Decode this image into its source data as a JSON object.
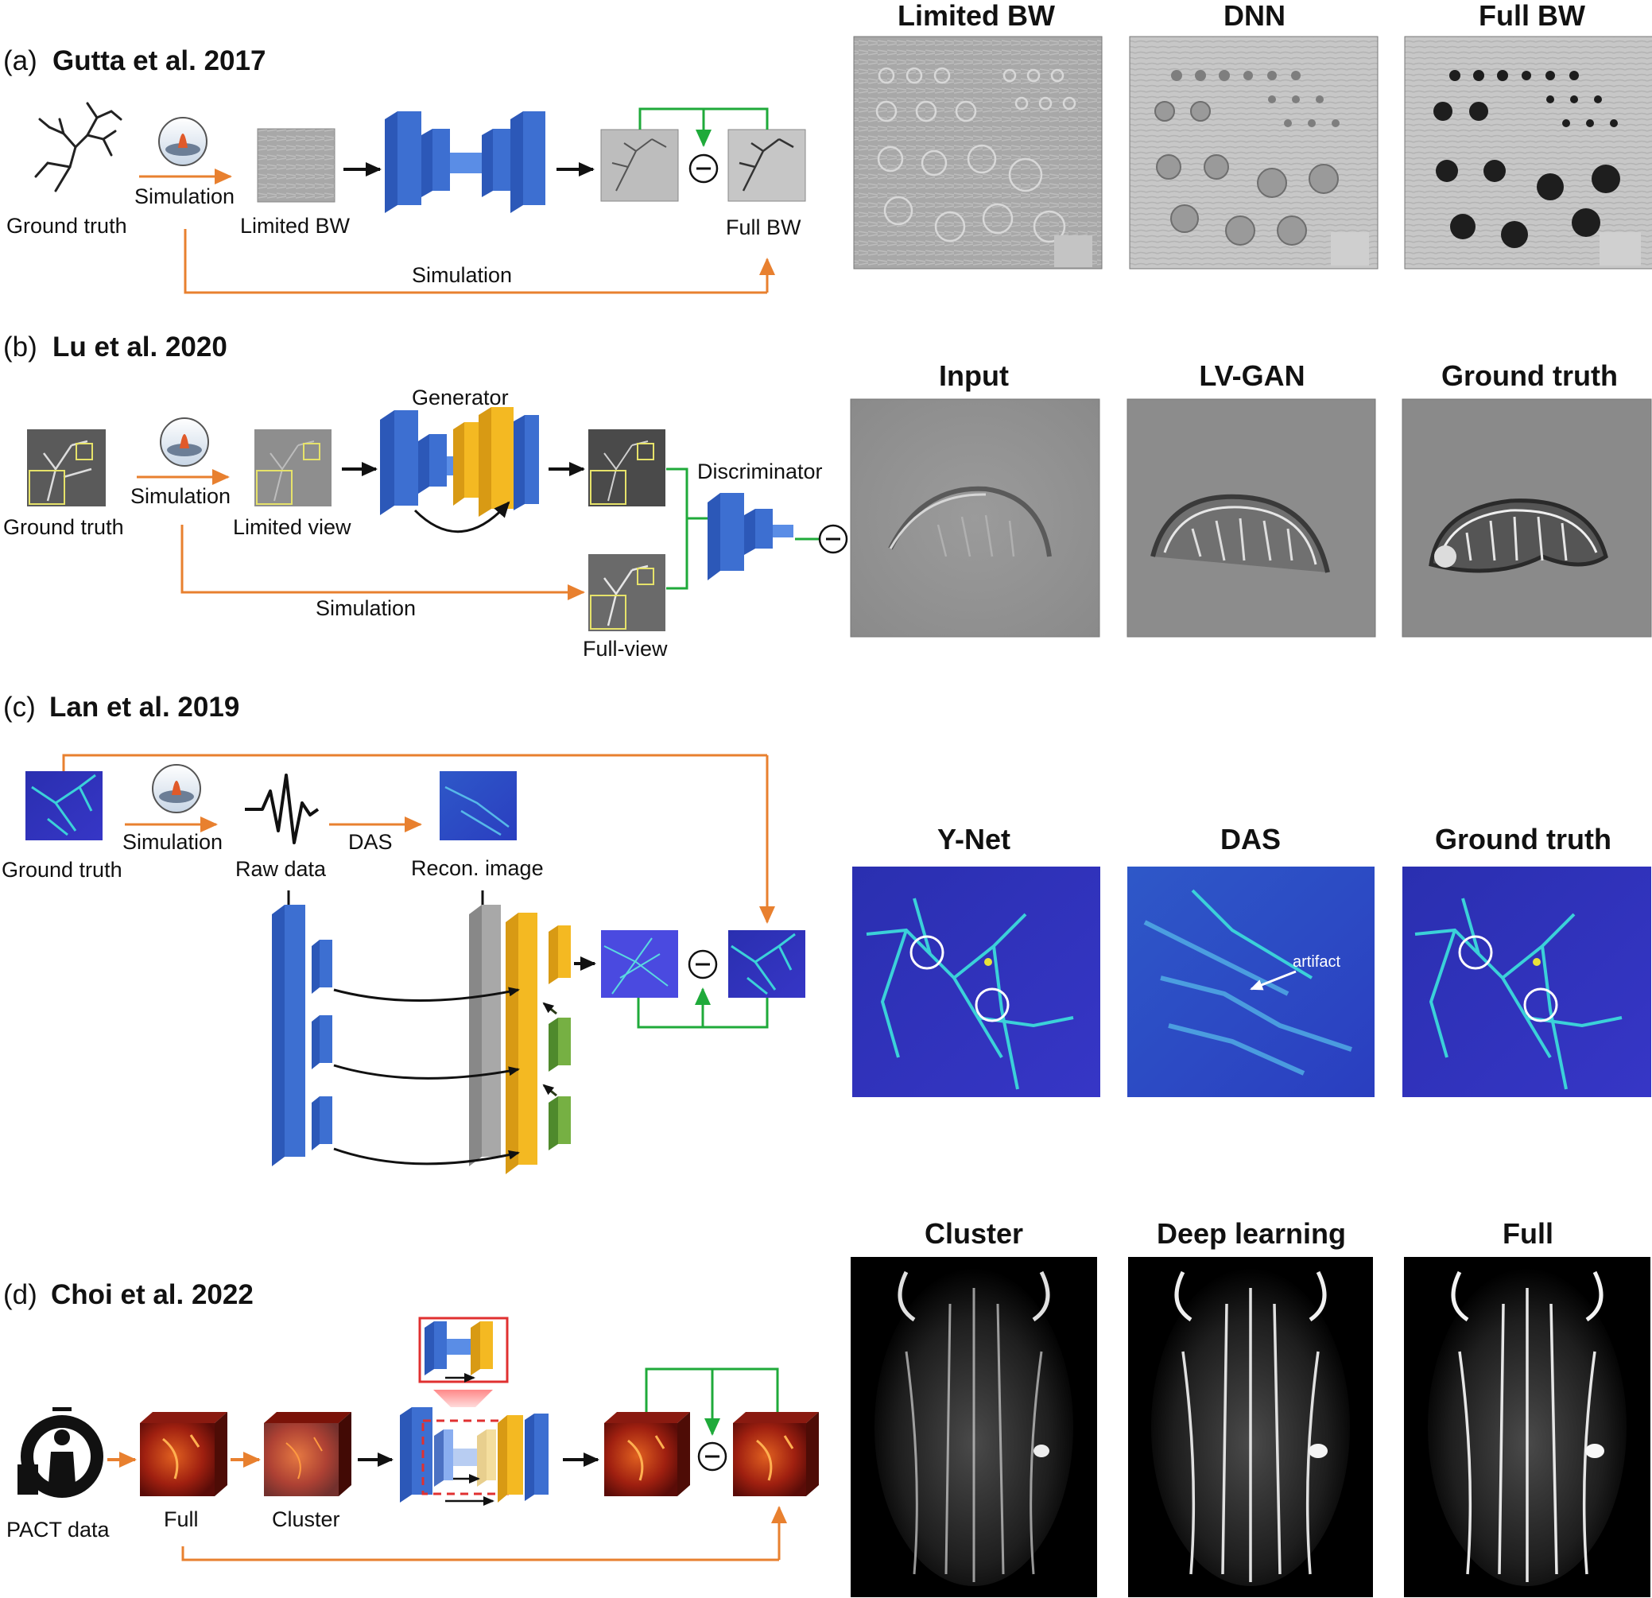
{
  "colors": {
    "orange_arrow": "#e8802f",
    "green_loop": "#1faa3a",
    "layer_blue": "#3d6fd1",
    "layer_yellow": "#f4b922",
    "layer_gray": "#a8a8a8",
    "layer_green": "#76b043",
    "red_box": "#e03030"
  },
  "icons": [
    "pa-probe-icon",
    "waveform-icon",
    "pact-scanner-icon",
    "minus-circle-icon"
  ],
  "panels": {
    "a": {
      "letter": "(a)",
      "citation": "Gutta et al. 2017",
      "labels": {
        "ground_truth": "Ground truth",
        "simulation": "Simulation",
        "limited_bw": "Limited BW",
        "full_bw": "Full BW",
        "simulation_bottom": "Simulation"
      },
      "results": [
        "Limited BW",
        "DNN",
        "Full BW"
      ]
    },
    "b": {
      "letter": "(b)",
      "citation": "Lu et al. 2020",
      "labels": {
        "ground_truth": "Ground truth",
        "simulation": "Simulation",
        "limited_view": "Limited view",
        "generator": "Generator",
        "discriminator": "Discriminator",
        "simulation_bottom": "Simulation",
        "full_view": "Full-view"
      },
      "results": [
        "Input",
        "LV-GAN",
        "Ground truth"
      ]
    },
    "c": {
      "letter": "(c)",
      "citation": "Lan et al. 2019",
      "labels": {
        "ground_truth": "Ground truth",
        "simulation": "Simulation",
        "raw_data": "Raw data",
        "das": "DAS",
        "recon_image": "Recon. image",
        "artifact": "artifact"
      },
      "results": [
        "Y-Net",
        "DAS",
        "Ground truth"
      ]
    },
    "d": {
      "letter": "(d)",
      "citation": "Choi et al. 2022",
      "labels": {
        "pact_data": "PACT data",
        "full": "Full",
        "cluster": "Cluster"
      },
      "results": [
        "Cluster",
        "Deep learning",
        "Full"
      ]
    }
  }
}
